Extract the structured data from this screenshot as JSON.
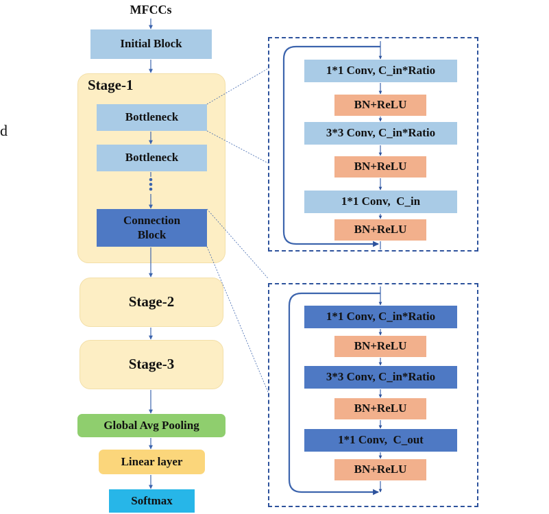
{
  "edge_text": "d",
  "left": {
    "input_label": "MFCCs",
    "initial_block": "Initial Block",
    "stage1": {
      "title": "Stage-1",
      "bottleneck_1": "Bottleneck",
      "bottleneck_2": "Bottleneck",
      "connection_block": "Connection Block"
    },
    "stage2": "Stage-2",
    "stage3": "Stage-3",
    "global_pool": "Global Avg Pooling",
    "linear": "Linear layer",
    "softmax": "Softmax"
  },
  "bottleneck_detail": {
    "layers": [
      "1*1 Conv, C_in*Ratio",
      "BN+ReLU",
      "3*3 Conv, C_in*Ratio",
      "BN+ReLU",
      "1*1 Conv,  C_in",
      "BN+ReLU"
    ]
  },
  "connection_detail": {
    "layers": [
      "1*1 Conv, C_in*Ratio",
      "BN+ReLU",
      "3*3 Conv, C_in*Ratio",
      "BN+ReLU",
      "1*1 Conv,  C_out",
      "BN+ReLU"
    ]
  },
  "colors": {
    "light_blue": "#a9cbe6",
    "dark_blue": "#4e79c4",
    "bn_orange": "#f2b08c",
    "stage_fill": "#fdeec4",
    "pool_green": "#8fce6e",
    "linear_yellow": "#fbd67b",
    "softmax_cyan": "#27b6e8",
    "arrow": "#3c64ad"
  }
}
